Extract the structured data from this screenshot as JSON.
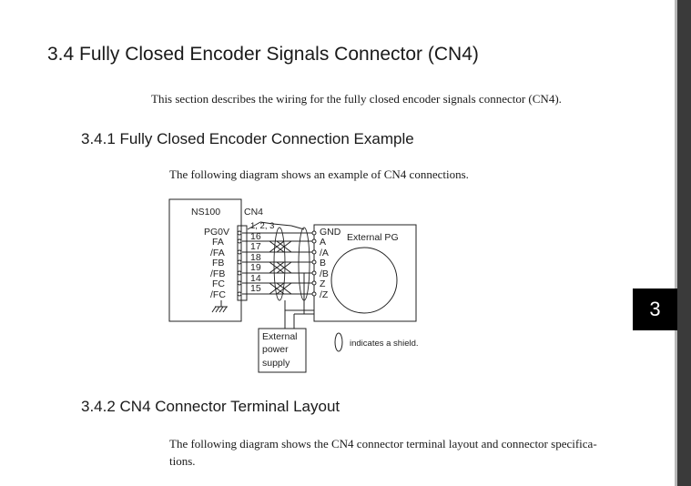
{
  "section_title": "3.4  Fully Closed Encoder Signals Connector (CN4)",
  "intro_text": "This section describes the wiring for the fully closed encoder signals connector (CN4).",
  "subsection1_title": "3.4.1  Fully Closed Encoder Connection Example",
  "subsection1_text": "The following diagram shows an example of CN4 connections.",
  "diagram": {
    "ns_label": "NS100",
    "cn_label": "CN4",
    "header_pins": "1,  2,  3",
    "left_signals": [
      "PG0V",
      "FA",
      "/FA",
      "FB",
      "/FB",
      "FC",
      "/FC"
    ],
    "pin_numbers": [
      "16",
      "17",
      "18",
      "19",
      "14",
      "15"
    ],
    "right_signals": [
      "GND",
      "A",
      "/A",
      "B",
      "/B",
      "Z",
      "/Z"
    ],
    "external_pg": "External PG",
    "supply_lines": [
      "External",
      "power",
      "supply"
    ],
    "shield_note": "indicates a shield."
  },
  "subsection2_title": "3.4.2  CN4 Connector Terminal Layout",
  "subsection2_text_line1": "The following diagram shows the CN4 connector terminal layout and connector specifica-",
  "subsection2_text_line2": "tions.",
  "chapter_number": "3"
}
